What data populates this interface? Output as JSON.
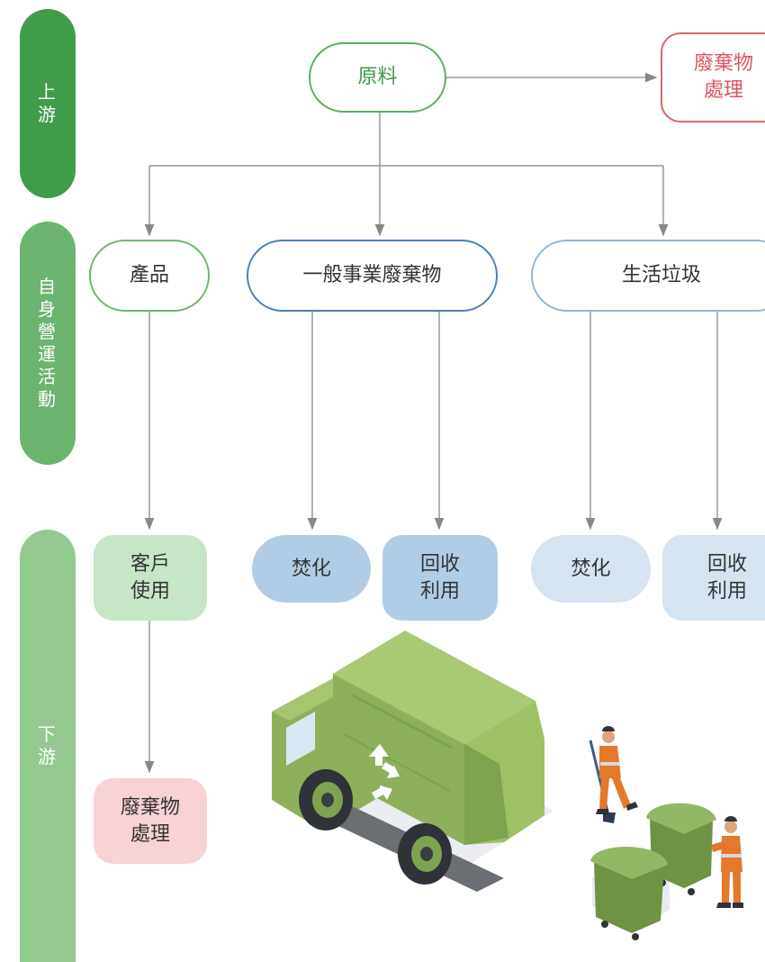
{
  "stages": {
    "upstream": "上游",
    "self_operations": "自身營運活動",
    "downstream": "下游"
  },
  "nodes": {
    "raw_materials": "原料",
    "waste_treatment_top": "廢棄物處理",
    "product": "產品",
    "general_business_waste": "一般事業廢棄物",
    "domestic_garbage": "生活垃圾",
    "customer_use": "客戶使用",
    "incineration_1": "焚化",
    "recycling_1": "回收利用",
    "incineration_2": "焚化",
    "recycling_2": "回收利用",
    "waste_treatment_bottom": "廢棄物處理"
  },
  "colors": {
    "upstream_bar": "#3f9d4a",
    "self_bar": "#6bb56e",
    "downstream_bar": "#93c98f",
    "connector": "#888888"
  },
  "icons": {
    "truck": "garbage-truck-illustration",
    "workers": "sanitation-workers-illustration",
    "bins": "waste-bins-illustration"
  }
}
